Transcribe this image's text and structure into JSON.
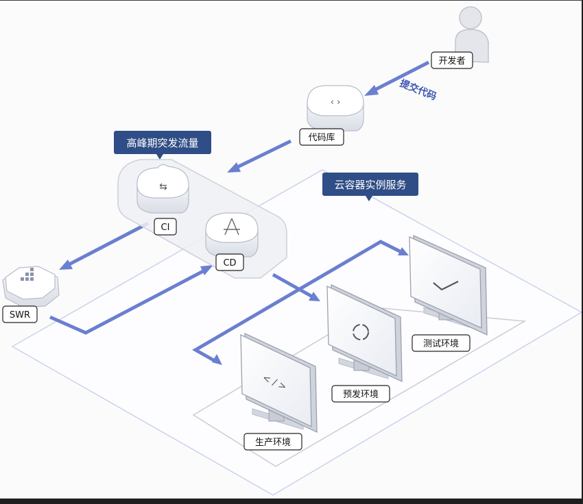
{
  "nodes": {
    "developer": "开发者",
    "repo": "代码库",
    "ci": "CI",
    "cd": "CD",
    "swr": "SWR",
    "test_env": "测试环境",
    "pre_env": "预发环境",
    "prod_env": "生产环境"
  },
  "edges": {
    "commit": "提交代码"
  },
  "callouts": {
    "peak": "高峰期突发流量",
    "cce": "云容器实例服务"
  },
  "colors": {
    "flow": "#6a7fcf",
    "callout": "#2f4d86",
    "plane": "#c9d3ea"
  }
}
